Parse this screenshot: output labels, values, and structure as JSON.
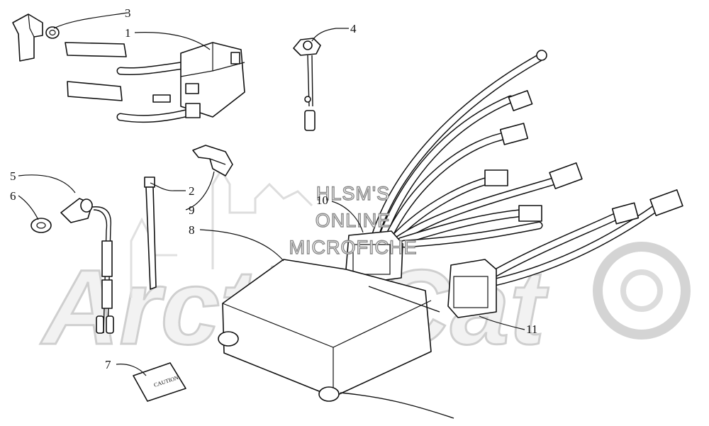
{
  "watermark": {
    "lines": [
      "HLSM'S",
      "ONLINE",
      "MICROFICHE"
    ],
    "logo": "Arctic Cat"
  },
  "callouts": [
    {
      "id": "c3",
      "label": "3"
    },
    {
      "id": "c1",
      "label": "1"
    },
    {
      "id": "c4",
      "label": "4"
    },
    {
      "id": "c5",
      "label": "5"
    },
    {
      "id": "c6",
      "label": "6"
    },
    {
      "id": "c2",
      "label": "2"
    },
    {
      "id": "c9",
      "label": "9"
    },
    {
      "id": "c8",
      "label": "8"
    },
    {
      "id": "c10",
      "label": "10"
    },
    {
      "id": "c11",
      "label": "11"
    },
    {
      "id": "c7",
      "label": "7"
    }
  ],
  "decal": {
    "text": "CAUTION"
  }
}
